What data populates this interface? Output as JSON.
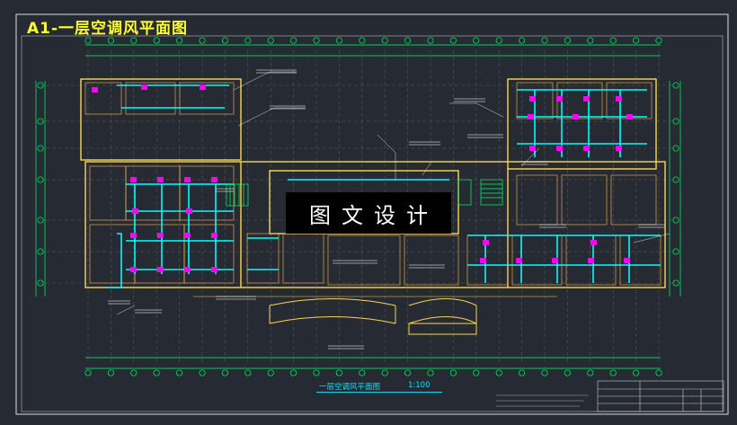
{
  "drawing": {
    "title": "A1-一层空调风平面图",
    "plan_caption": "一层空调风平面图",
    "scale": "1:100",
    "watermark": "图文设计"
  },
  "colors": {
    "background": "#262a33",
    "frame": "#ffffff",
    "walls": "#ffd54f",
    "ducts": "#00ffff",
    "terminals": "#ff00ff",
    "grid": "#00ff66",
    "annotations": "#ffffff",
    "title_text": "#ffff33"
  }
}
